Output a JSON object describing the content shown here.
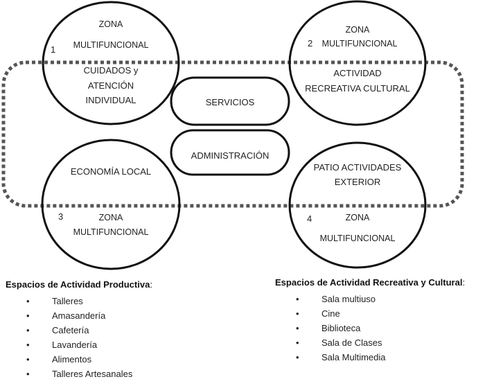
{
  "zones": [
    {
      "number": "1",
      "title_line1": "ZONA",
      "title_line2": "MULTIFUNCIONAL",
      "function_lines": [
        "CUIDADOS y",
        "ATENCIÓN",
        "INDIVIDUAL"
      ]
    },
    {
      "number": "2",
      "title_line1": "ZONA",
      "title_line2": "MULTIFUNCIONAL",
      "function_lines": [
        "ACTIVIDAD",
        "RECREATIVA CULTURAL"
      ]
    },
    {
      "number": "3",
      "title_line1": "ZONA",
      "title_line2": "MULTIFUNCIONAL",
      "function_lines": [
        "ECONOMÍA LOCAL"
      ]
    },
    {
      "number": "4",
      "title_line1": "ZONA",
      "title_line2": "MULTIFUNCIONAL",
      "function_lines": [
        "PATIO ACTIVIDADES",
        "EXTERIOR"
      ]
    }
  ],
  "center": {
    "services": "SERVICIOS",
    "administration": "ADMINISTRACIÓN"
  },
  "colors": {
    "stroke": "#111111",
    "dash": "#555555",
    "text": "#222222"
  },
  "lists": {
    "productive": {
      "heading": "Espacios de Actividad Productiva",
      "colon": ":",
      "bullet": "•",
      "items": [
        "Talleres",
        "Amasandería",
        "Cafetería",
        "Lavandería",
        "Alimentos",
        "Talleres Artesanales"
      ]
    },
    "recreational": {
      "heading": "Espacios de Actividad Recreativa y Cultural",
      "colon": ":",
      "bullet": "•",
      "items": [
        "Sala multiuso",
        "Cine",
        "Biblioteca",
        "Sala de Clases",
        "Sala Multimedia"
      ]
    }
  }
}
